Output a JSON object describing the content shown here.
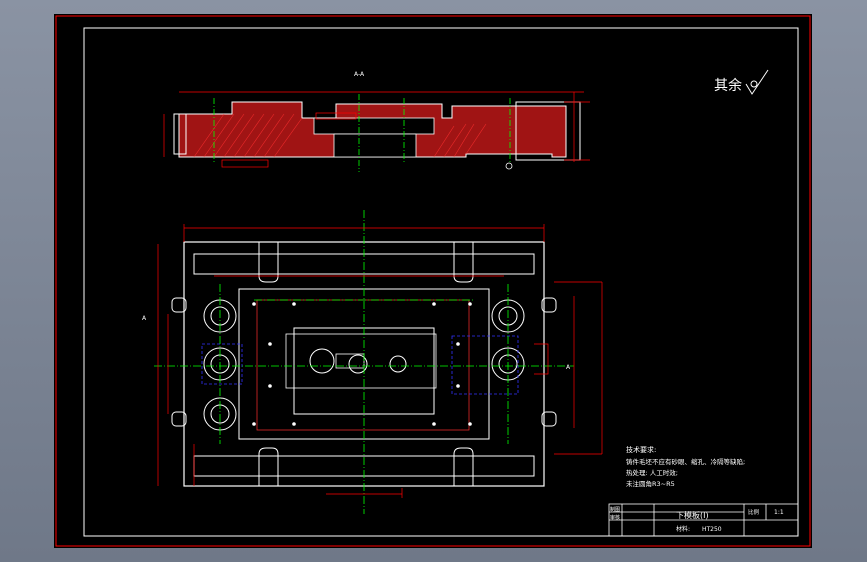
{
  "drawing": {
    "surface_note": "其余",
    "section_label": "A-A",
    "section_mark": "A",
    "tech_requirements": {
      "title": "技术要求:",
      "lines": [
        "铸件毛坯不应有砂眼、缩孔、冷隔等缺陷;",
        "热处理: 人工时效;",
        "未注圆角R3~R5"
      ]
    },
    "title_block": {
      "part_name": "下模板(I)",
      "scale_label": "比例",
      "scale": "1:1",
      "material_label": "材料:",
      "material": "HT250",
      "row_label_1": "制图",
      "row_label_2": "审核"
    }
  },
  "colors": {
    "background": "#000000",
    "frame": "#ffffff",
    "dimension": "#ff0000",
    "centerline": "#00ff00",
    "hidden": "#3333ff",
    "hatch": "#d91a1a",
    "outline": "#ffffff"
  }
}
